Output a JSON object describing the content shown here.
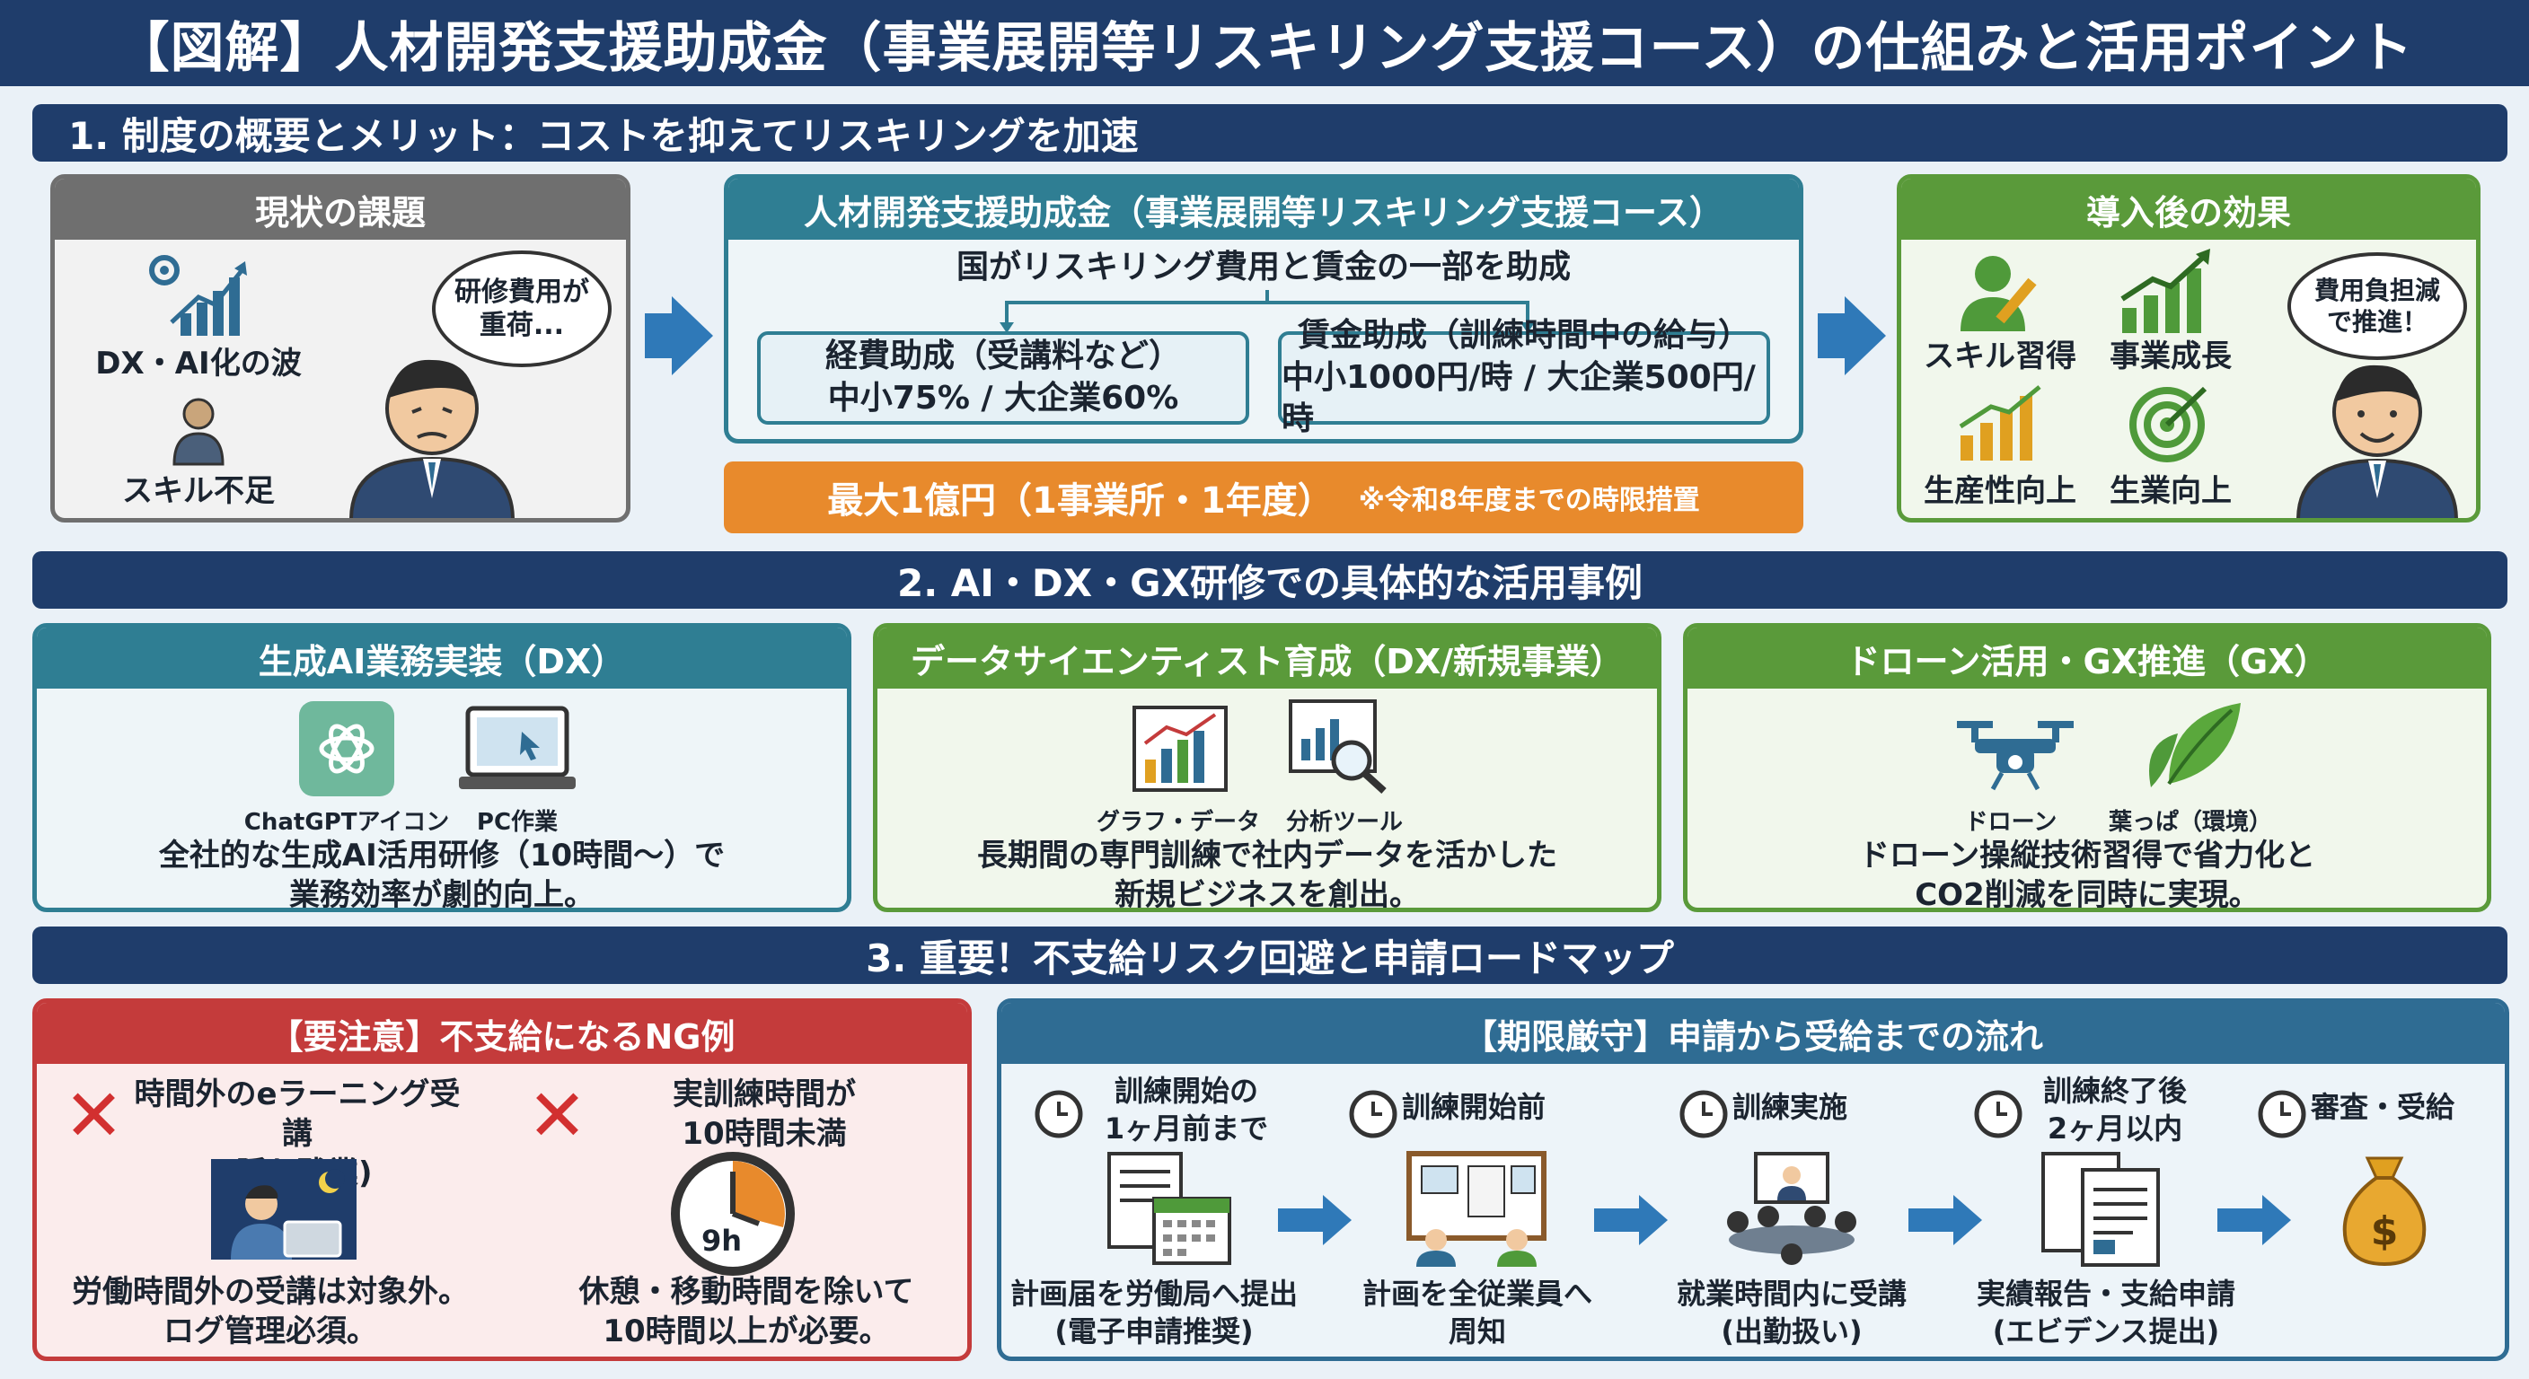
{
  "title": "【図解】人材開発支援助成金（事業展開等リスキリング支援コース）の仕組みと活用ポイント",
  "section1": {
    "heading": "1. 制度の概要とメリット：コストを抑えてリスキリングを加速",
    "current": {
      "header": "現状の課題",
      "item1": "DX・AI化の波",
      "item2": "スキル不足",
      "bubble": "研修費用が\n重荷..."
    },
    "subsidy": {
      "header": "人材開発支援助成金（事業展開等リスキリング支援コース）",
      "summary": "国がリスキリング費用と賃金の一部を助成",
      "expense_title": "経費助成（受講料など）",
      "expense_rate": "中小75% / 大企業60%",
      "wage_title": "賃金助成（訓練時間中の給与）",
      "wage_rate": "中小1000円/時 / 大企業500円/時",
      "max_label": "最大1億円（1事業所・1年度）",
      "max_note": "※令和8年度までの時限措置"
    },
    "effects": {
      "header": "導入後の効果",
      "item1": "スキル習得",
      "item2": "事業成長",
      "item3": "生産性向上",
      "item4": "生業向上",
      "bubble": "費用負担減\nで推進！"
    }
  },
  "section2": {
    "heading": "2. AI・DX・GX研修での具体的な活用事例",
    "case1": {
      "header": "生成AI業務実装（DX）",
      "icon1_label": "ChatGPTアイコン",
      "icon2_label": "PC作業",
      "desc": "全社的な生成AI活用研修（10時間〜）で\n業務効率が劇的向上。"
    },
    "case2": {
      "header": "データサイエンティスト育成（DX/新規事業）",
      "icon1_label": "グラフ・データ",
      "icon2_label": "分析ツール",
      "desc": "長期間の専門訓練で社内データを活かした\n新規ビジネスを創出。"
    },
    "case3": {
      "header": "ドローン活用・GX推進（GX）",
      "icon1_label": "ドローン",
      "icon2_label": "葉っぱ（環境）",
      "desc": "ドローン操縦技術習得で省力化と\nCO2削減を同時に実現。"
    }
  },
  "section3": {
    "heading": "3. 重要！不支給リスク回避と申請ロードマップ",
    "ng": {
      "header": "【要注意】不支給になるNG例",
      "ng1_title": "時間外のeラーニング受講\n(隠れ残業)",
      "ng1_desc": "労働時間外の受講は対象外。\nログ管理必須。",
      "ng2_title": "実訓練時間が\n10時間未満",
      "ng2_clock": "9h",
      "ng2_desc": "休憩・移動時間を除いて\n10時間以上が必要。"
    },
    "flow": {
      "header": "【期限厳守】申請から受給までの流れ",
      "steps": [
        {
          "time": "訓練開始の\n1ヶ月前まで",
          "desc": "計画届を労働局へ提出\n(電子申請推奨)"
        },
        {
          "time": "訓練開始前",
          "desc": "計画を全従業員へ\n周知"
        },
        {
          "time": "訓練実施",
          "desc": "就業時間内に受講\n(出勤扱い)"
        },
        {
          "time": "訓練終了後\n2ヶ月以内",
          "desc": "実績報告・支給申請\n(エビデンス提出)"
        },
        {
          "time": "審査・受給",
          "desc": ""
        }
      ]
    }
  },
  "colors": {
    "navy": "#1f3d6b",
    "teal": "#2f7e93",
    "green": "#5a9a3a",
    "red": "#c43b3b",
    "orange": "#e88a2c",
    "arrow": "#2f79b8"
  }
}
